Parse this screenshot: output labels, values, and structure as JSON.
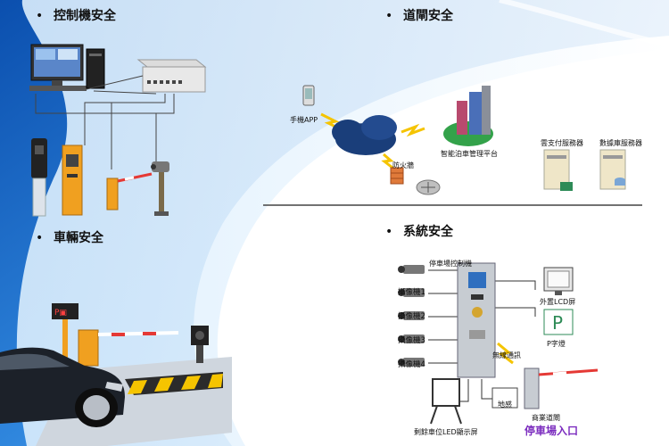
{
  "sections": {
    "control": "控制機安全",
    "gate": "道閘安全",
    "vehicle": "車輛安全",
    "system": "系統安全"
  },
  "bullet": "•",
  "network": {
    "app": "手機APP",
    "platform": "智能泊車管理平台",
    "firewall": "防火牆",
    "payment_server": "雲支付服務器",
    "db_server": "數據庫服務器"
  },
  "system": {
    "controller": "停車場控制機",
    "cameras": [
      "攝像機1",
      "攝像機2",
      "攝像機3",
      "攝像機4"
    ],
    "lcd": "外置LCD屏",
    "p_sign_label": "P字燈",
    "p_sign_letter": "P",
    "wireless": "無線通訊",
    "loop": "地感",
    "led": "剩餘車位LED顯示屏",
    "barrier": "商業道閘",
    "entrance": "停車場入口"
  },
  "vehicle_sign": "P▣",
  "colors": {
    "accent": "#7b2cbf",
    "gate_yellow": "#f0a020"
  }
}
